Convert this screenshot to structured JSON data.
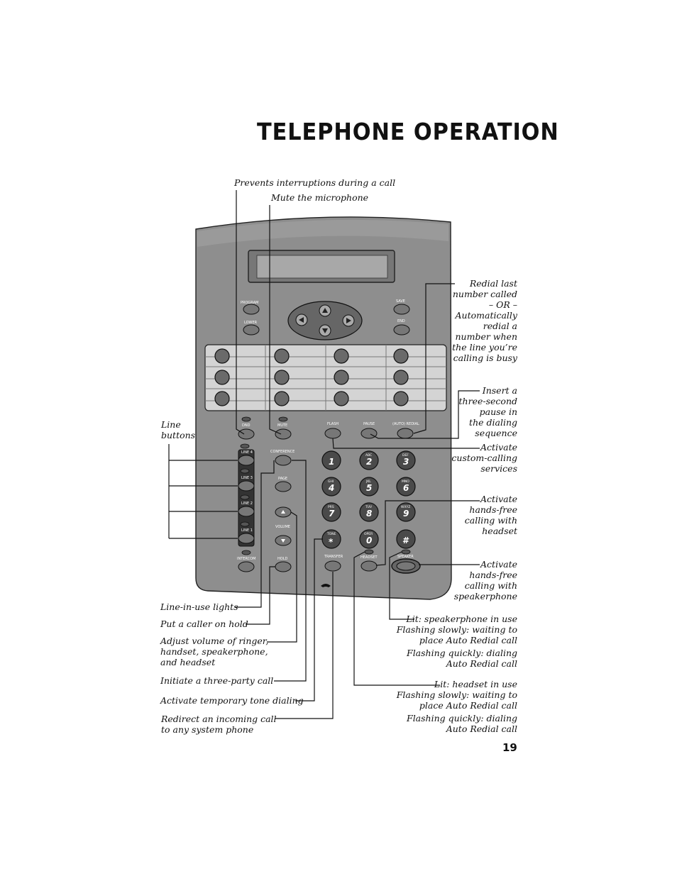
{
  "title": "TELEPHONE OPERATION",
  "page_number": "19",
  "phone_labels": {
    "program": "PROGRAM",
    "lower": "LOWER",
    "save": "SAVE",
    "end": "END",
    "dnd": "DND",
    "mute": "MUTE",
    "flash": "FLASH",
    "pause": "PAUSE",
    "auto_redial": "(AUTO) REDIAL",
    "line4": "LINE 4",
    "line3": "LINE 3",
    "line2": "LINE 2",
    "line1": "LINE 1",
    "conference": "CONFERENCE",
    "page": "PAGE",
    "volume": "VOLUME",
    "intercom": "INTERCOM",
    "hold": "HOLD",
    "tone": "TONE",
    "transfer": "TRANSFER",
    "headset": "HEADSET",
    "speaker": "SPEAKER"
  },
  "keypad": [
    {
      "num": "1",
      "letters": ""
    },
    {
      "num": "2",
      "letters": "ABC"
    },
    {
      "num": "3",
      "letters": "DEF"
    },
    {
      "num": "4",
      "letters": "GHI"
    },
    {
      "num": "5",
      "letters": "JKL"
    },
    {
      "num": "6",
      "letters": "MNO"
    },
    {
      "num": "7",
      "letters": "PRS"
    },
    {
      "num": "8",
      "letters": "TUV"
    },
    {
      "num": "9",
      "letters": "WXYZ"
    },
    {
      "num": "*",
      "letters": "TONE"
    },
    {
      "num": "0",
      "letters": "OPER"
    },
    {
      "num": "#",
      "letters": ""
    }
  ],
  "callouts": {
    "dnd": "Prevents interruptions during a call",
    "mute": "Mute the microphone",
    "redial": [
      "Redial last",
      "number called",
      "– OR –",
      "Automatically",
      "redial a",
      "number when",
      "the line you’re",
      "calling is busy"
    ],
    "pause": [
      "Insert a",
      "three-second",
      "pause in",
      "the dialing",
      "sequence"
    ],
    "flash": [
      "Activate",
      "custom-calling",
      "services"
    ],
    "headset": [
      "Activate",
      "hands-free",
      "calling with",
      "headset"
    ],
    "speaker": [
      "Activate",
      "hands-free",
      "calling with",
      "speakerphone"
    ],
    "line_buttons": [
      "Line",
      "buttons"
    ],
    "line_in_use": "Line-in-use lights",
    "hold": "Put a caller on hold",
    "volume": [
      "Adjust volume of ringer,",
      "handset, speakerphone,",
      "and headset"
    ],
    "conference": "Initiate a three-party call",
    "tone": "Activate temporary tone dialing",
    "transfer": [
      "Redirect an incoming call",
      "to any system phone"
    ],
    "speaker_light": [
      "Lit: speakerphone in use",
      "Flashing slowly: waiting to",
      "place Auto Redial call",
      "Flashing quickly: dialing",
      "Auto Redial call"
    ],
    "headset_light": [
      "Lit: headset in use",
      "Flashing slowly: waiting to",
      "place Auto Redial call",
      "Flashing quickly: dialing",
      "Auto Redial call"
    ]
  }
}
